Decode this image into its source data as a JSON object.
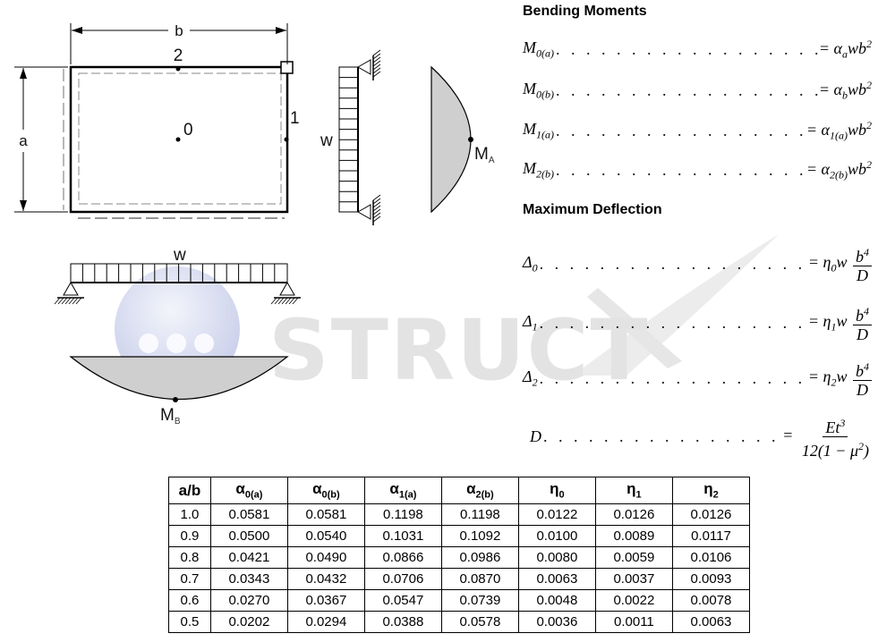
{
  "diagram": {
    "dim_b": "b",
    "dim_a": "a",
    "point_0": "0",
    "point_1": "1",
    "point_2": "2",
    "load_w_side": "w",
    "load_w_beam": "w",
    "moment_A": "M",
    "moment_A_sub": "A",
    "moment_B": "M",
    "moment_B_sub": "B"
  },
  "watermark": {
    "text": "STRUCT"
  },
  "bending": {
    "title": "Bending Moments",
    "eqs": [
      {
        "lhs": "M",
        "lhs_sub": "0(a)",
        "rhs_coef": "α",
        "rhs_sub": "a",
        "rhs_tail": "wb",
        "rhs_exp": "2"
      },
      {
        "lhs": "M",
        "lhs_sub": "0(b)",
        "rhs_coef": "α",
        "rhs_sub": "b",
        "rhs_tail": "wb",
        "rhs_exp": "2"
      },
      {
        "lhs": "M",
        "lhs_sub": "1(a)",
        "rhs_coef": "α",
        "rhs_sub": "1(a)",
        "rhs_tail": "wb",
        "rhs_exp": "2"
      },
      {
        "lhs": "M",
        "lhs_sub": "2(b)",
        "rhs_coef": "α",
        "rhs_sub": "2(b)",
        "rhs_tail": "wb",
        "rhs_exp": "2"
      }
    ]
  },
  "deflection": {
    "title": "Maximum Deflection",
    "eqs": [
      {
        "lhs": "Δ",
        "lhs_sub": "0",
        "rhs_coef": "η",
        "rhs_sub": "0",
        "rhs_mid": "w",
        "num": "b",
        "num_exp": "4",
        "den": "D"
      },
      {
        "lhs": "Δ",
        "lhs_sub": "1",
        "rhs_coef": "η",
        "rhs_sub": "1",
        "rhs_mid": "w",
        "num": "b",
        "num_exp": "4",
        "den": "D"
      },
      {
        "lhs": "Δ",
        "lhs_sub": "2",
        "rhs_coef": "η",
        "rhs_sub": "2",
        "rhs_mid": "w",
        "num": "b",
        "num_exp": "4",
        "den": "D"
      }
    ],
    "rigidity": {
      "lhs": "D",
      "num": "Et",
      "num_exp": "3",
      "den_a": "12(1 − μ",
      "den_exp": "2",
      "den_b": ")"
    }
  },
  "table": {
    "headers": [
      {
        "main": "a/b",
        "sub": ""
      },
      {
        "main": "α",
        "sub": "0(a)"
      },
      {
        "main": "α",
        "sub": "0(b)"
      },
      {
        "main": "α",
        "sub": "1(a)"
      },
      {
        "main": "α",
        "sub": "2(b)"
      },
      {
        "main": "η",
        "sub": "0"
      },
      {
        "main": "η",
        "sub": "1"
      },
      {
        "main": "η",
        "sub": "2"
      }
    ],
    "rows": [
      [
        "1.0",
        "0.0581",
        "0.0581",
        "0.1198",
        "0.1198",
        "0.0122",
        "0.0126",
        "0.0126"
      ],
      [
        "0.9",
        "0.0500",
        "0.0540",
        "0.1031",
        "0.1092",
        "0.0100",
        "0.0089",
        "0.0117"
      ],
      [
        "0.8",
        "0.0421",
        "0.0490",
        "0.0866",
        "0.0986",
        "0.0080",
        "0.0059",
        "0.0106"
      ],
      [
        "0.7",
        "0.0343",
        "0.0432",
        "0.0706",
        "0.0870",
        "0.0063",
        "0.0037",
        "0.0093"
      ],
      [
        "0.6",
        "0.0270",
        "0.0367",
        "0.0547",
        "0.0739",
        "0.0048",
        "0.0022",
        "0.0078"
      ],
      [
        "0.5",
        "0.0202",
        "0.0294",
        "0.0388",
        "0.0578",
        "0.0036",
        "0.0011",
        "0.0063"
      ]
    ]
  }
}
